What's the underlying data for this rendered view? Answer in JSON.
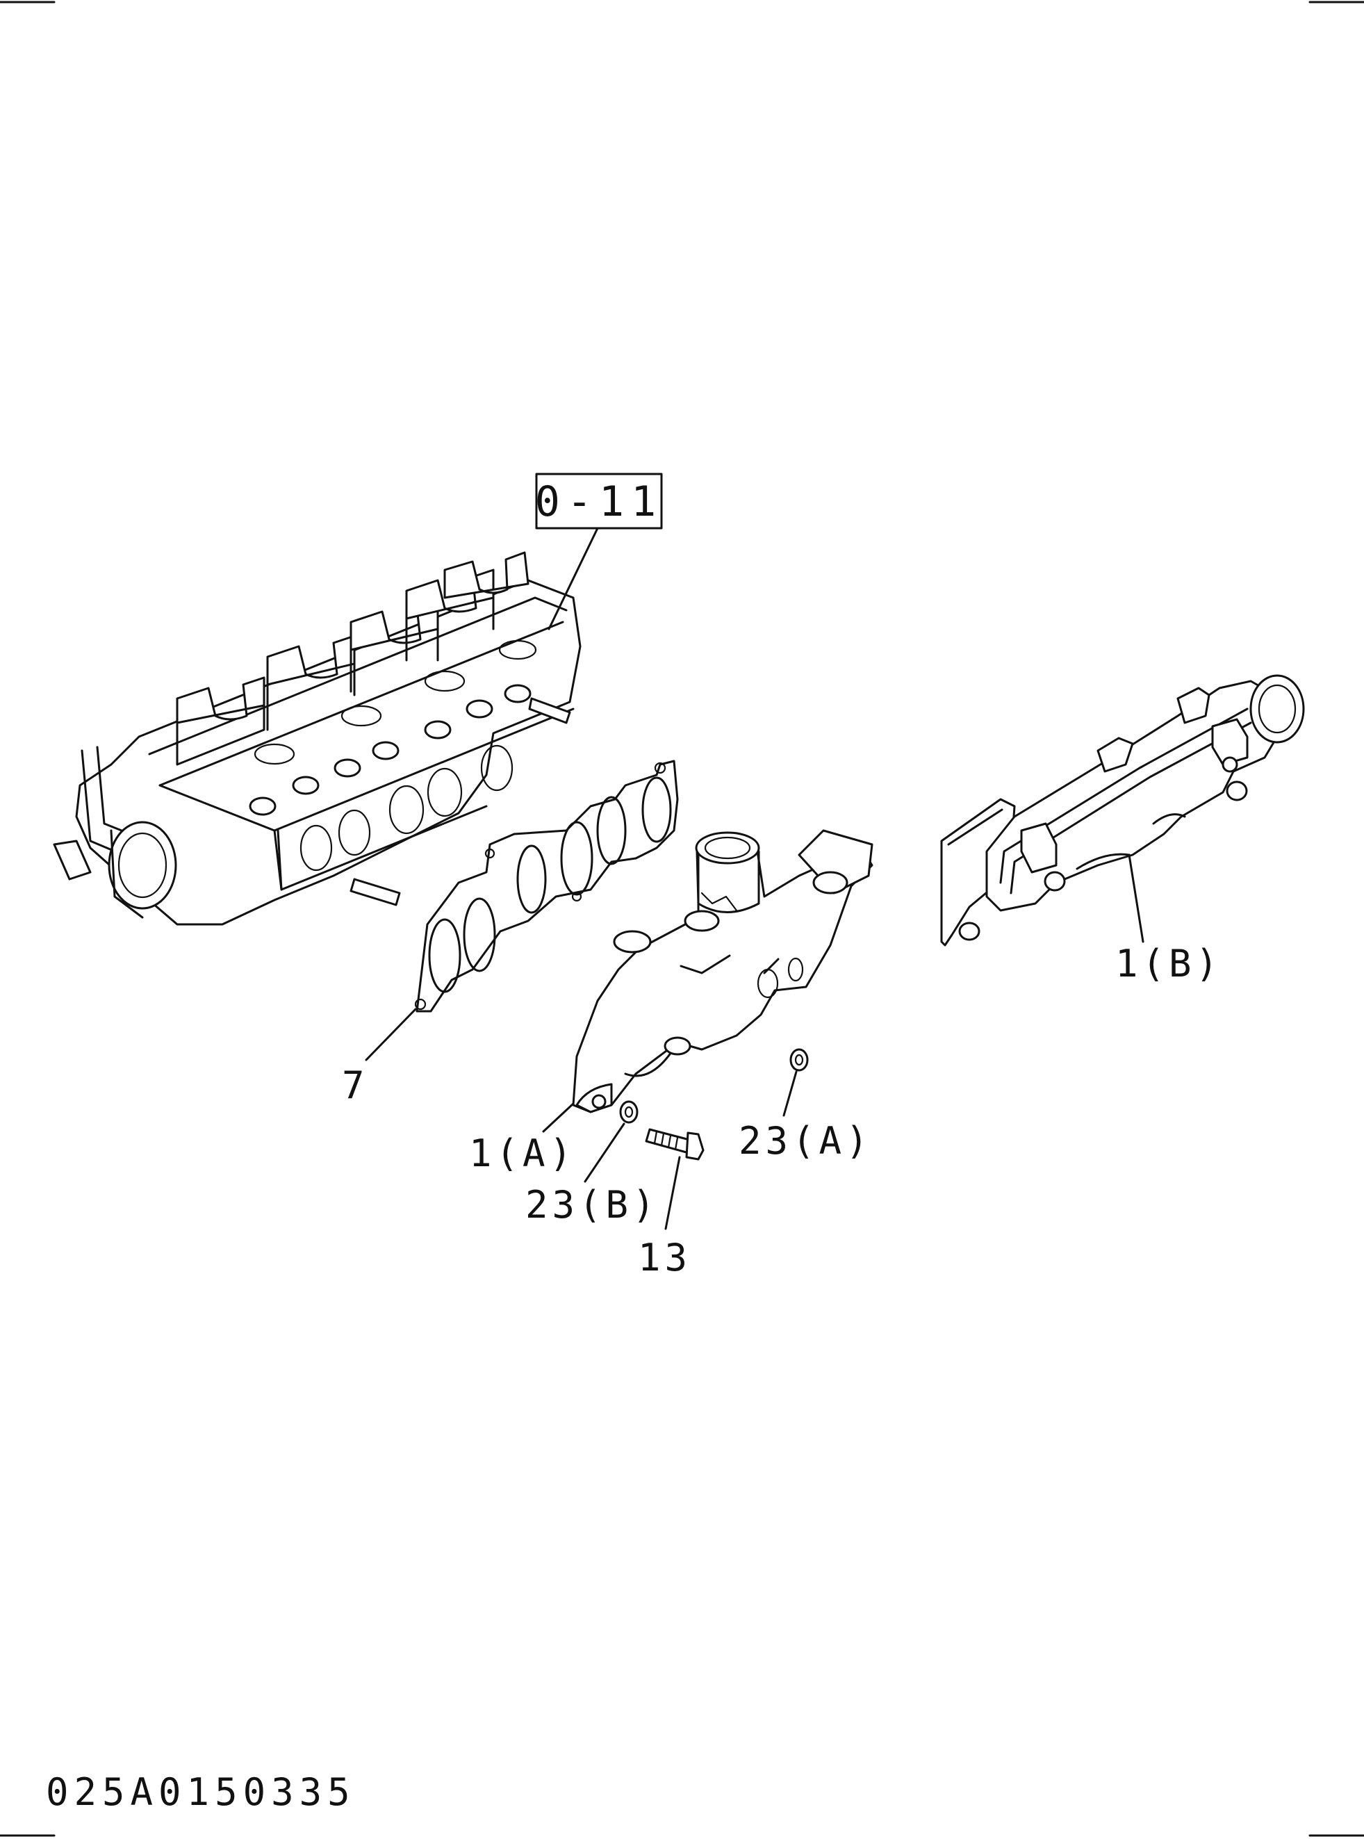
{
  "diagram": {
    "reference_box": "0-11",
    "callouts": {
      "gasket": "7",
      "manifold_a": "1(A)",
      "manifold_b": "1(B)",
      "washer_a": "23(A)",
      "washer_b": "23(B)",
      "bolt": "13"
    },
    "drawing_code": "025A0150335"
  }
}
